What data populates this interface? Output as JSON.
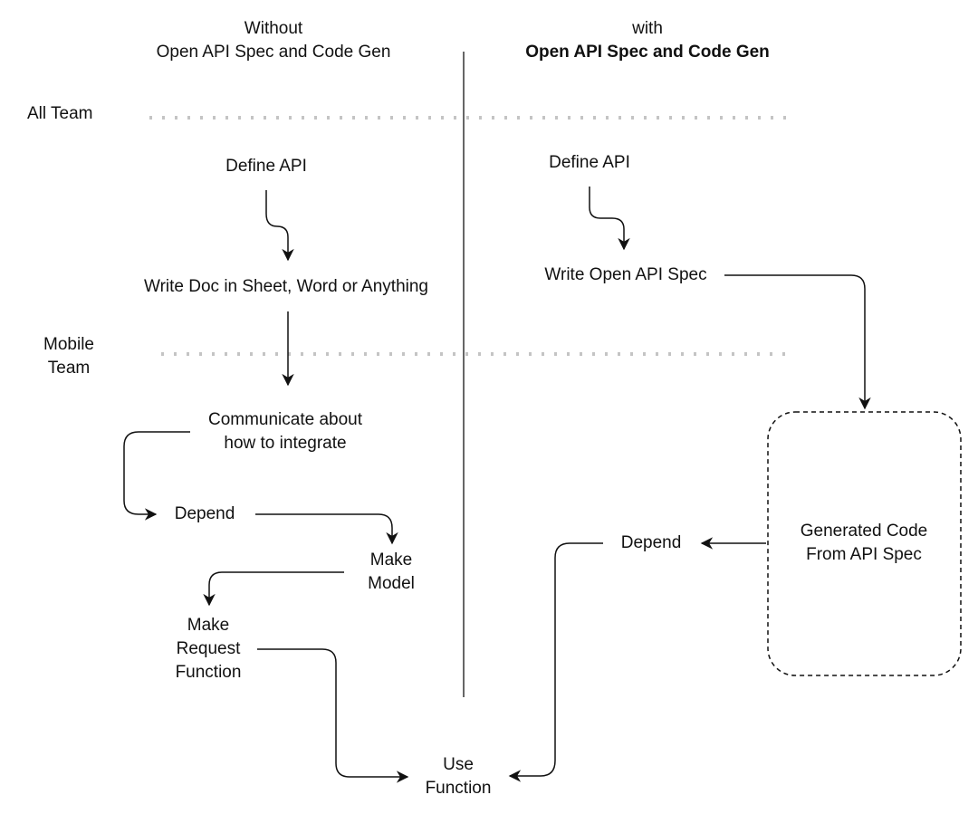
{
  "columns": {
    "left": {
      "line1": "Without",
      "line2": "Open API Spec and Code Gen"
    },
    "right": {
      "line1": "with",
      "line2": "Open API Spec and Code Gen"
    }
  },
  "lanes": {
    "all_team": "All Team",
    "mobile_team": {
      "line1": "Mobile",
      "line2": "Team"
    }
  },
  "left_flow": {
    "define_api": "Define API",
    "write_doc": "Write Doc in Sheet, Word or Anything",
    "communicate": {
      "line1": "Communicate about",
      "line2": "how to integrate"
    },
    "depend": "Depend",
    "make_model": {
      "line1": "Make",
      "line2": "Model"
    },
    "make_request": {
      "line1": "Make",
      "line2": "Request",
      "line3": "Function"
    }
  },
  "right_flow": {
    "define_api": "Define API",
    "write_spec": "Write Open API Spec",
    "generated_code": {
      "line1": "Generated Code",
      "line2": "From API Spec"
    },
    "depend": "Depend"
  },
  "shared": {
    "use_function": {
      "line1": "Use",
      "line2": "Function"
    }
  },
  "colors": {
    "stroke": "#111111",
    "divider": "#333333",
    "dotted": "#c4c4c4",
    "text": "#111111"
  }
}
